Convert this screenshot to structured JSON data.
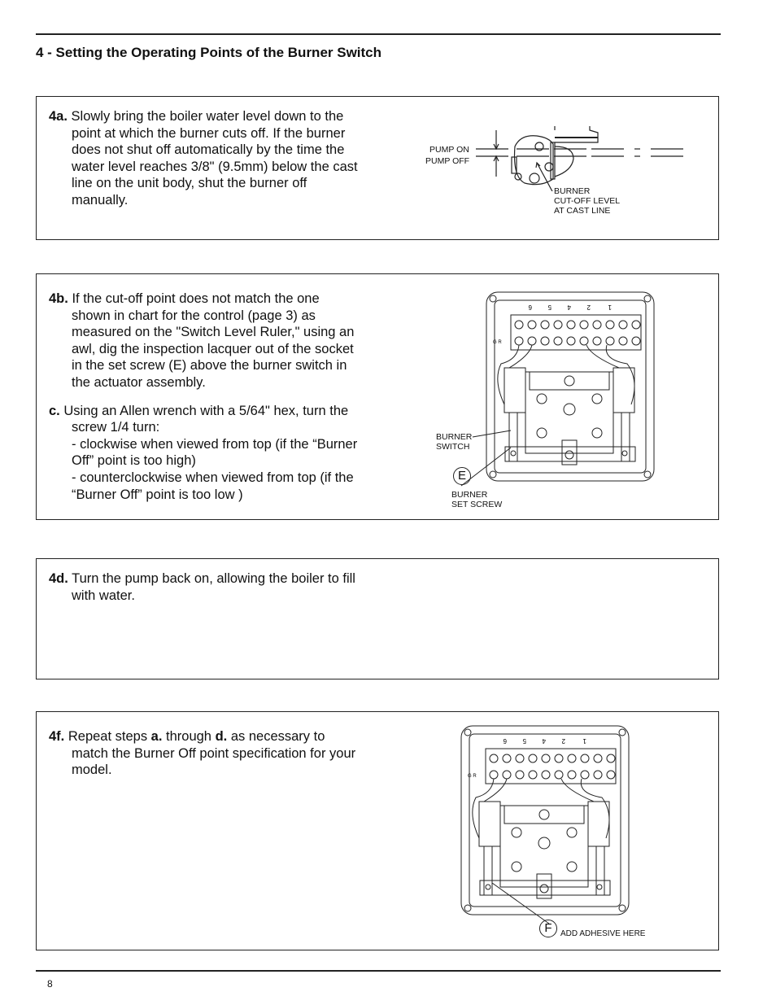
{
  "section_title": "4 - Setting the Operating Points of the Burner Switch",
  "step_a": {
    "label": "4a.",
    "text": "Slowly bring the boiler water level down to the point at which the burner cuts off. If the burner does not shut off automatically by the time the water level reaches 3/8\" (9.5mm) below the cast line on the unit body, shut the burner off manually.",
    "diagram": {
      "pump_on": "PUMP ON",
      "pump_off": "PUMP OFF",
      "cutoff": "BURNER\nCUT-OFF LEVEL\nAT CAST LINE"
    }
  },
  "step_b": {
    "label": "4b.",
    "text": "If the cut-off point does not match the one shown in chart for the control (page 3) as measured on the \"Switch Level Ruler,\" using an awl, dig the inspection lacquer out of the socket in the set screw (E) above the burner switch in the actuator assembly.",
    "diagram": {
      "burner_switch": "BURNER\nSWITCH",
      "callout": "E",
      "set_screw": "BURNER\nSET SCREW"
    }
  },
  "step_c": {
    "label": "c.",
    "text_lines": [
      "Using an Allen wrench with a 5/64\" hex, turn the screw 1/4 turn:",
      "- clockwise when viewed from top (if the “Burner Off” point is too high)",
      "- counterclockwise when viewed from top (if the “Burner Off” point is too low )"
    ]
  },
  "step_d": {
    "label": "4d.",
    "text": "Turn the pump back on, allowing the boiler to fill with water."
  },
  "step_f": {
    "label": "4f.",
    "t1": "Repeat steps ",
    "b1": "a.",
    "t2": " through ",
    "b2": "d.",
    "t3": " as necessary to match the Burner Off point specification for your model.",
    "diagram": {
      "callout": "F",
      "adhesive": "ADD ADHESIVE HERE"
    }
  },
  "terminals": [
    "6",
    "5",
    "4",
    "2",
    "1"
  ],
  "ground_label": "G R",
  "page_number": "8"
}
